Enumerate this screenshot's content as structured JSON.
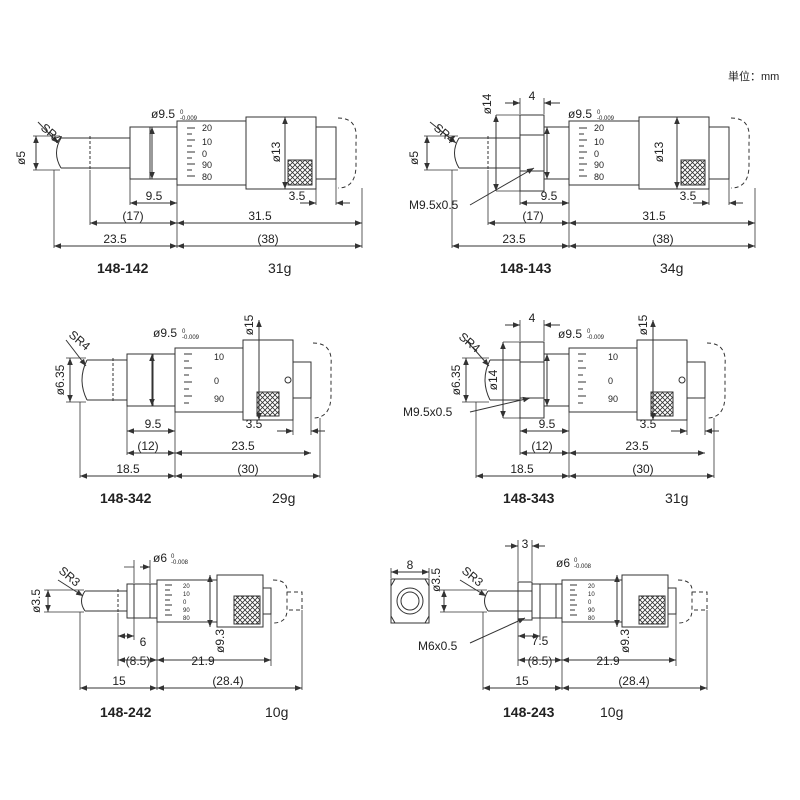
{
  "unit_label": "単位：mm",
  "tol_95": [
    "0",
    "-0.009"
  ],
  "tol_6": [
    "0",
    "-0.008"
  ],
  "scale_large": [
    "20",
    "10",
    "0",
    "90",
    "80"
  ],
  "scale_medium": [
    "10",
    "0",
    "90"
  ],
  "scale_small": [
    "20",
    "10",
    "0",
    "90",
    "80"
  ],
  "top_left": {
    "model": "148-142",
    "weight": "31g",
    "dia_spindle": "ø5",
    "sr": "SR4",
    "dia_sleeve": "ø9.5",
    "dia_thimble": "ø13",
    "d_95": "9.5",
    "d_17": "(17)",
    "d_315": "31.5",
    "d_35": "3.5",
    "d_235": "23.5",
    "d_38": "(38)"
  },
  "top_right": {
    "model": "148-143",
    "weight": "34g",
    "dia_spindle": "ø5",
    "sr": "SR4",
    "dia_nut": "ø14",
    "nut_w": "4",
    "dia_sleeve": "ø9.5",
    "dia_thimble": "ø13",
    "thread": "M9.5x0.5",
    "d_95": "9.5",
    "d_17": "(17)",
    "d_315": "31.5",
    "d_35": "3.5",
    "d_235": "23.5",
    "d_38": "(38)"
  },
  "mid_left": {
    "model": "148-342",
    "weight": "29g",
    "dia_spindle": "ø6.35",
    "sr": "SR4",
    "dia_sleeve": "ø9.5",
    "dia_thimble": "ø15",
    "d_95": "9.5",
    "d_12": "(12)",
    "d_235": "23.5",
    "d_35": "3.5",
    "d_185": "18.5",
    "d_30": "(30)"
  },
  "mid_right": {
    "model": "148-343",
    "weight": "31g",
    "dia_spindle": "ø6.35",
    "sr": "SR4",
    "dia_nut": "ø14",
    "nut_w": "4",
    "dia_sleeve": "ø9.5",
    "dia_thimble": "ø15",
    "thread": "M9.5x0.5",
    "d_95": "9.5",
    "d_12": "(12)",
    "d_235": "23.5",
    "d_35": "3.5",
    "d_185": "18.5",
    "d_30": "(30)"
  },
  "bot_left": {
    "model": "148-242",
    "weight": "10g",
    "dia_spindle": "ø3.5",
    "sr": "SR3",
    "dia_sleeve": "ø6",
    "dia_thimble": "ø9.3",
    "d_6": "6",
    "d_85": "(8.5)",
    "d_219": "21.9",
    "d_15": "15",
    "d_284": "(28.4)"
  },
  "bot_right": {
    "model": "148-243",
    "weight": "10g",
    "hex_w": "8",
    "dia_spindle": "ø3.5",
    "sr": "SR3",
    "nut_w": "3",
    "dia_sleeve": "ø6",
    "dia_thimble": "ø9.3",
    "thread": "M6x0.5",
    "d_75": "7.5",
    "d_85": "(8.5)",
    "d_219": "21.9",
    "d_15": "15",
    "d_284": "(28.4)"
  }
}
